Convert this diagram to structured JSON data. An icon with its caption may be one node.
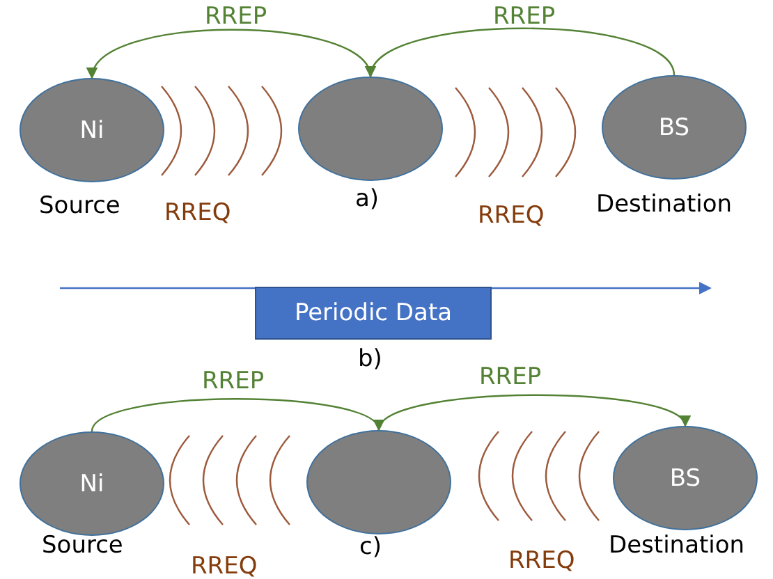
{
  "diagram": {
    "nodes": [
      {
        "text": [
          "Ni"
        ],
        "beside": [
          "Source"
        ]
      },
      {
        "text": [],
        "shape": "circle"
      },
      {
        "text": [
          "BS"
        ],
        "beside": [
          "Destination"
        ]
      },
      {
        "text": [
          "Periodic Data"
        ]
      },
      {
        "text": [
          "Ni"
        ],
        "beside": [
          "Source"
        ]
      },
      {
        "text": [],
        "shape": "circle"
      },
      {
        "text": [
          "BS"
        ],
        "beside": [
          "Destination"
        ]
      }
    ],
    "edges": [
      {
        "from": 1,
        "to": 0,
        "arrow": "to",
        "label": "RREP"
      },
      {
        "from": 2,
        "to": 1,
        "arrow": "to",
        "label": "RREP"
      },
      {
        "from": 4,
        "to": 5,
        "arrow": "to",
        "label": "RREP"
      },
      {
        "from": 5,
        "to": 6,
        "arrow": "to",
        "label": "RREP"
      }
    ],
    "labels": [
      "RREQ",
      "a)",
      "RREQ",
      "b)",
      "RREQ",
      "c)",
      "RREQ"
    ]
  }
}
